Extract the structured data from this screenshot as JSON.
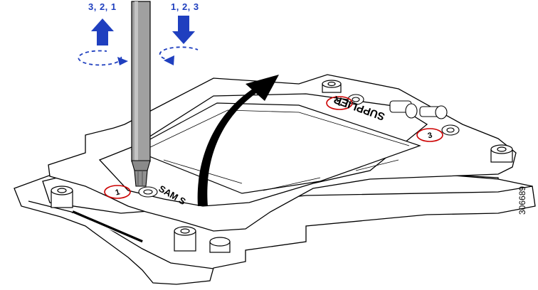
{
  "annotations": {
    "loosen_order": "3, 2, 1",
    "tighten_order": "1, 2, 3"
  },
  "figure_number": "306689",
  "bracket_text": {
    "supplier": "SUPPLIER",
    "sams": "SAM S"
  },
  "screw_callouts": [
    "1",
    "2",
    "3"
  ],
  "colors": {
    "arrow_blue": "#1f3fbf",
    "callout_red": "#cc0000",
    "outline": "#000000",
    "tool_gray": "#9a9a9a"
  },
  "icons": {
    "loosen": "up-arrow-counterclockwise-icon",
    "tighten": "down-arrow-clockwise-icon",
    "tool": "torx-driver-icon",
    "motion": "curved-lift-arrow-icon"
  }
}
